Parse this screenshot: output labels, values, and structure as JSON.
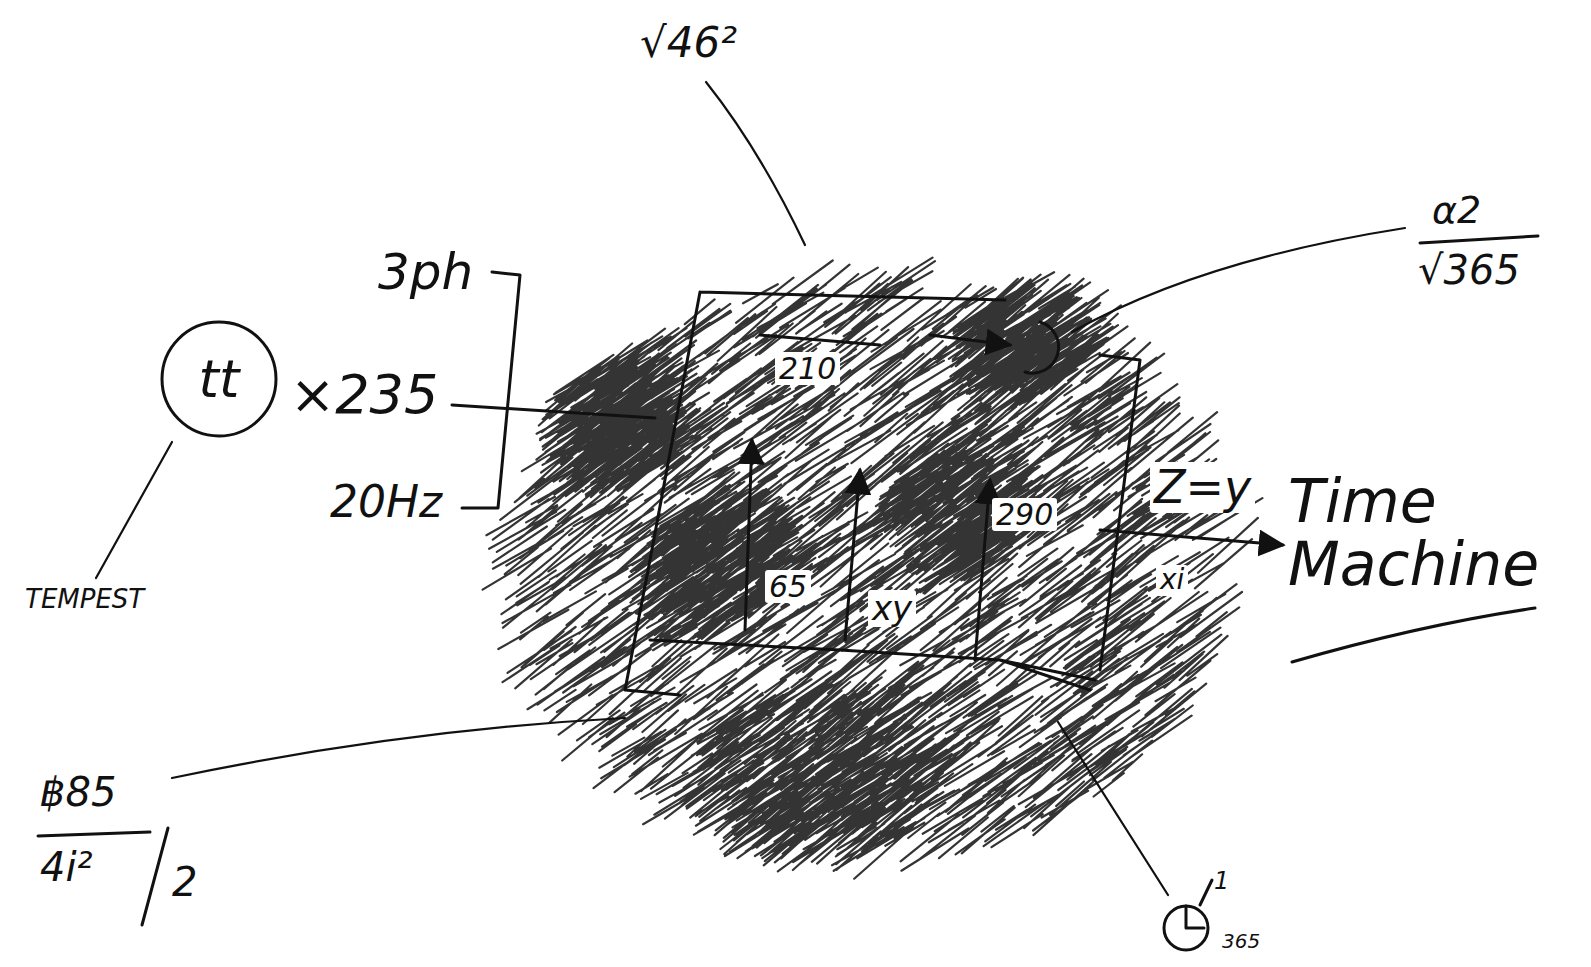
{
  "diagram": {
    "nodes": [
      {
        "text": [
          "tt"
        ]
      }
    ],
    "labels": [
      "TEMPEST",
      "×235",
      "3ph",
      "20Hz",
      "√46²",
      "α2",
      "√365",
      "Z=y",
      "Time Machine",
      "฿85",
      "4i²",
      "2",
      "1",
      "365",
      "210",
      "65",
      "xy",
      "290",
      "xi"
    ]
  }
}
